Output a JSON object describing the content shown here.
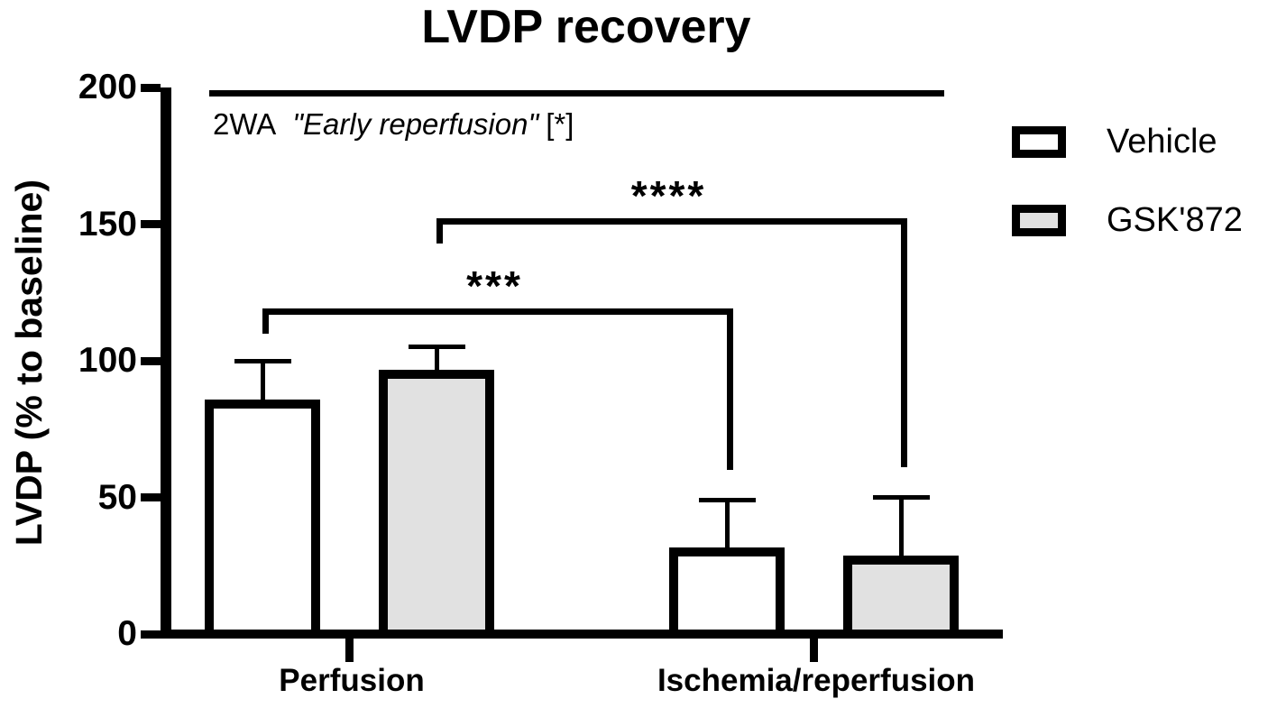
{
  "title": "LVDP recovery",
  "chart_data": {
    "type": "bar",
    "title": "LVDP recovery",
    "xlabel": "",
    "ylabel": "LVDP (% to baseline)",
    "ylim": [
      0,
      200
    ],
    "yticks": [
      0,
      50,
      100,
      150,
      200
    ],
    "categories": [
      "Perfusion",
      "Ischemia/reperfusion"
    ],
    "series": [
      {
        "name": "Vehicle",
        "fill": "#ffffff",
        "values": [
          84,
          30
        ],
        "errors": [
          16,
          19
        ]
      },
      {
        "name": "GSK'872",
        "fill": "#e1e1e1",
        "values": [
          95,
          27
        ],
        "errors": [
          10,
          23
        ]
      }
    ],
    "legend_position": "right",
    "grid": false,
    "anova_annotation": {
      "prefix": "2WA",
      "italic": "\"Early reperfusion\"",
      "suffix": "[*]"
    },
    "comparisons": [
      {
        "stars": "***",
        "from": {
          "category": 0,
          "series": 0
        },
        "to": {
          "category": 1,
          "series": 0
        },
        "level": 119,
        "from_tick_to": 110,
        "to_tick_to": 60
      },
      {
        "stars": "****",
        "from": {
          "category": 0,
          "series": 1
        },
        "to": {
          "category": 1,
          "series": 1
        },
        "level": 152,
        "from_tick_to": 143,
        "to_tick_to": 61
      }
    ]
  }
}
